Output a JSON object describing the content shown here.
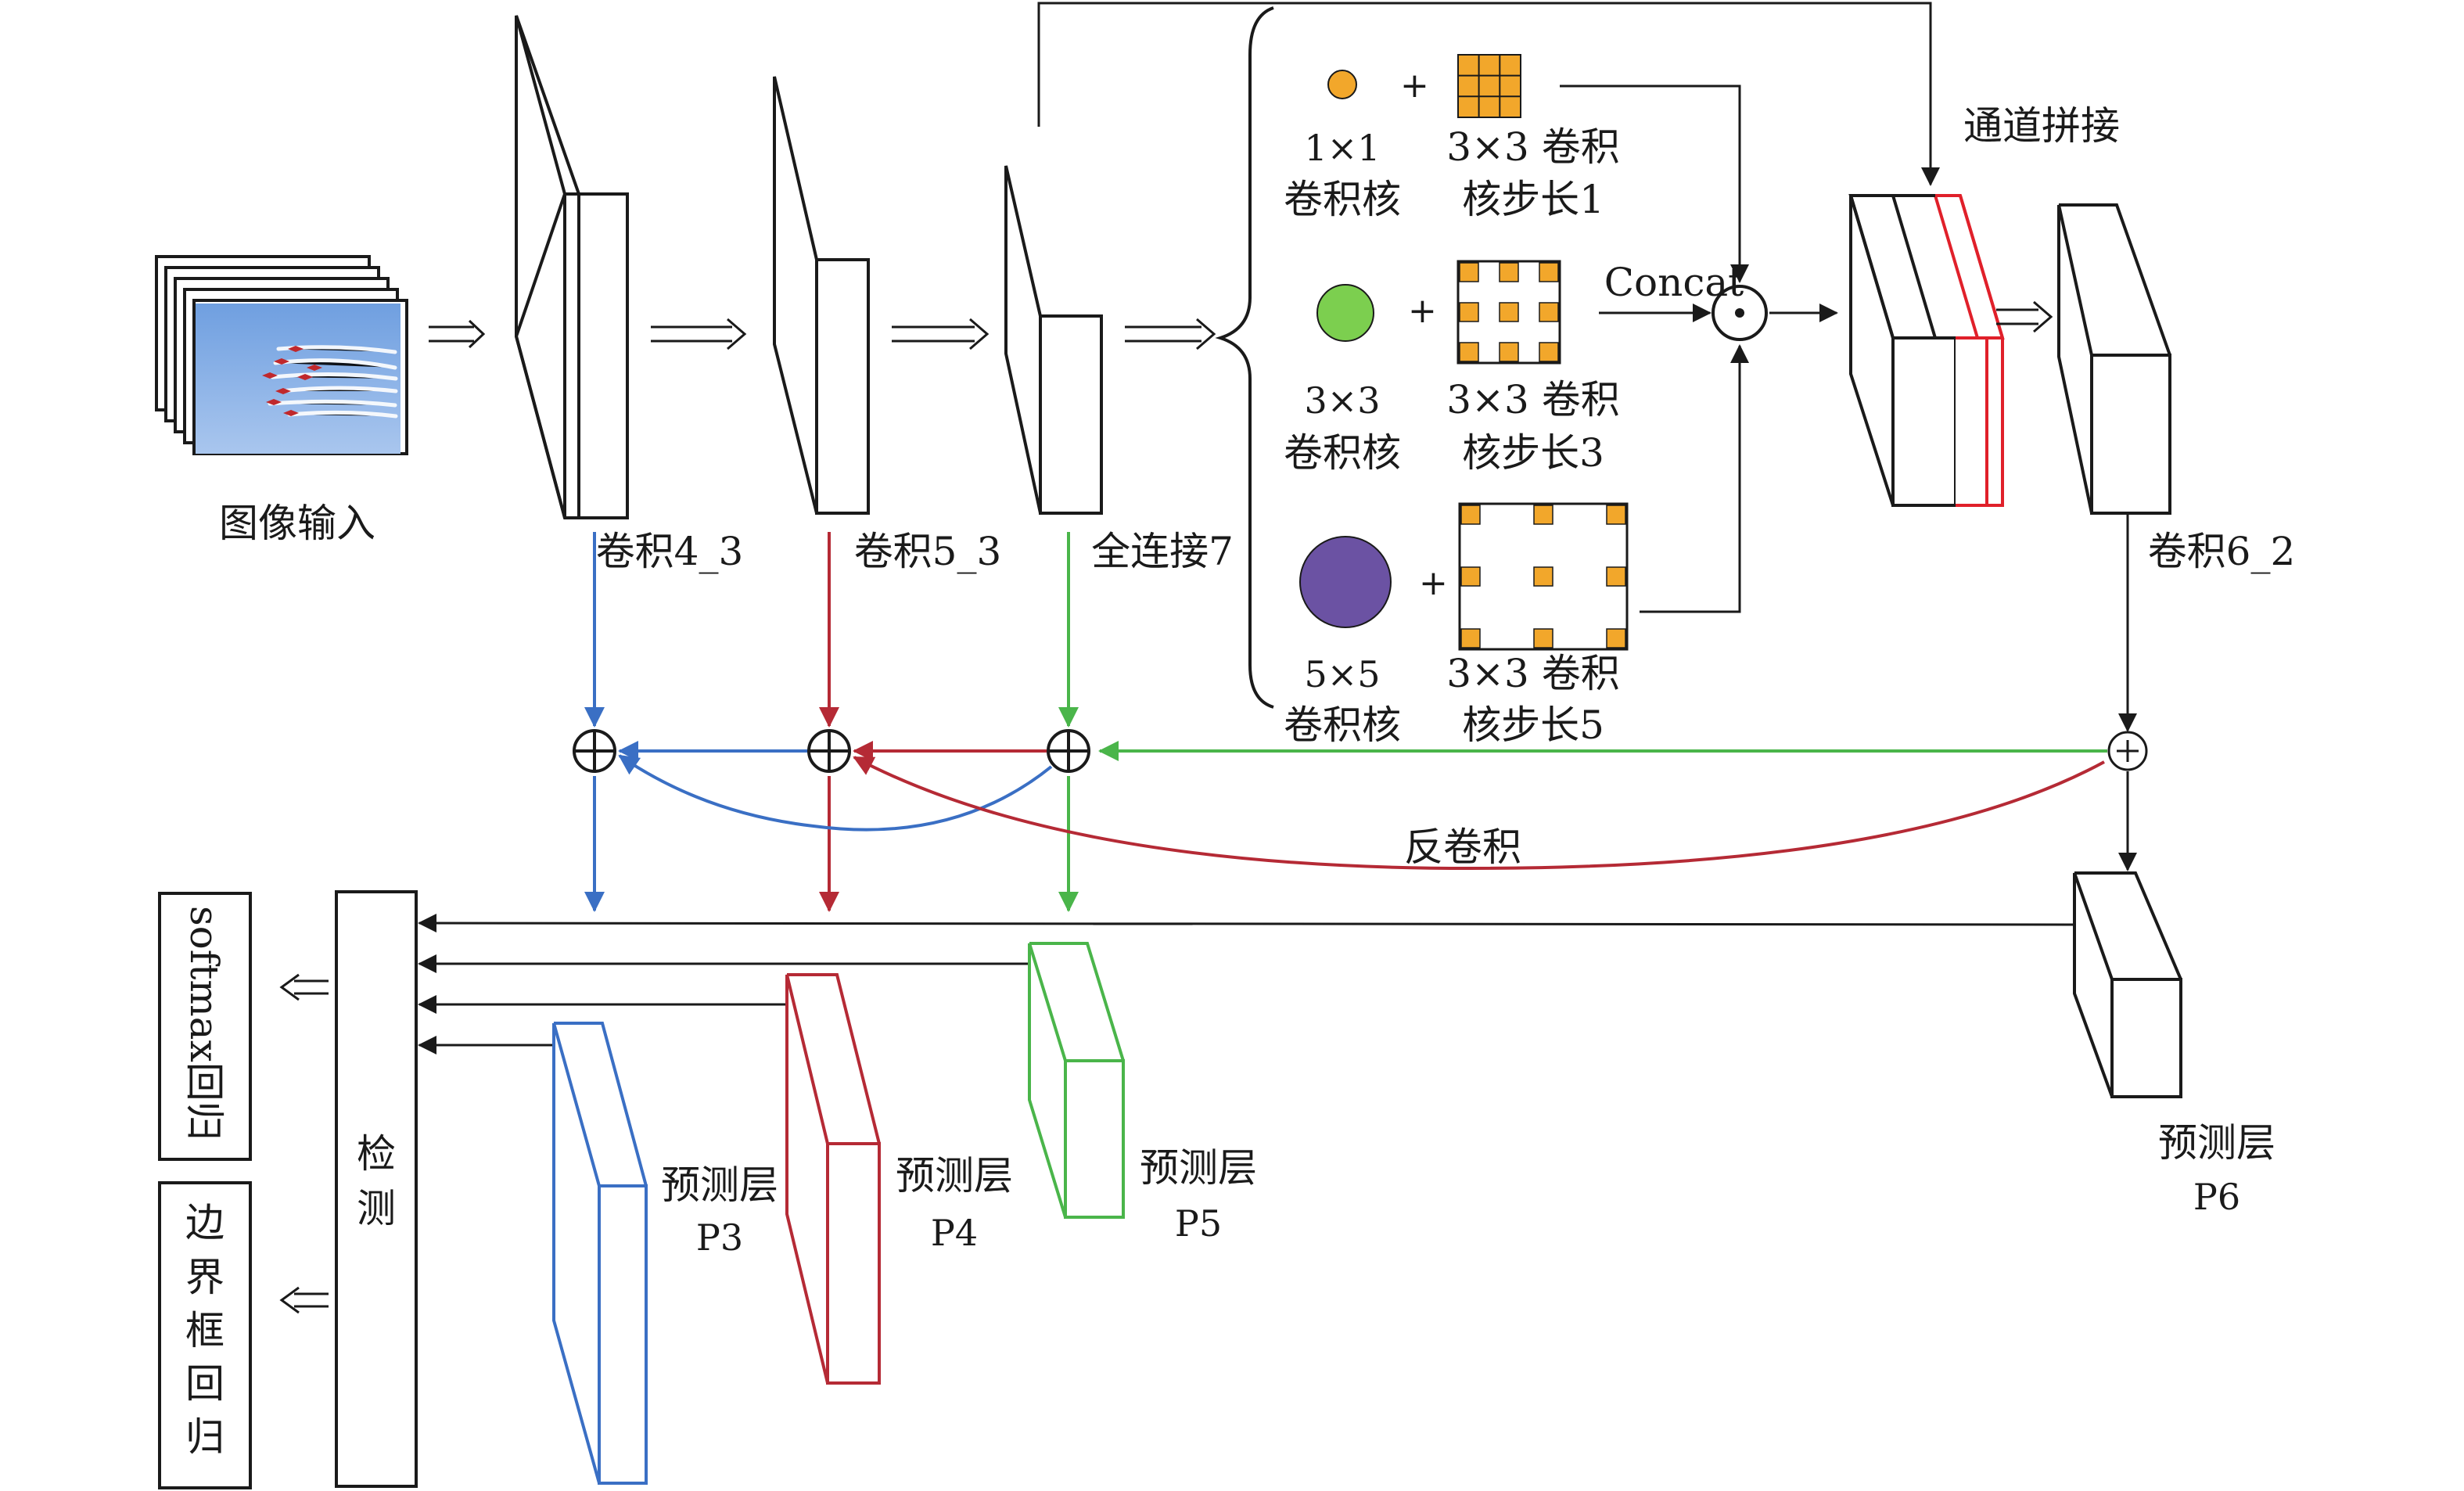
{
  "labels": {
    "image_input": "图像输入",
    "conv4_3": "卷积4_3",
    "conv5_3": "卷积5_3",
    "fc7": "全连接7",
    "conv6_2": "卷积6_2",
    "channel_concat": "通道拼接",
    "concat": "Concat",
    "deconv": "反卷积",
    "detect_1": "检",
    "detect_2": "测",
    "softmax": "softmax回归",
    "bbox_1": "边",
    "bbox_2": "界",
    "bbox_3": "框",
    "bbox_4": "回",
    "bbox_5": "归",
    "pred_layer": "预测层",
    "p3": "P3",
    "p4": "P4",
    "p5": "P5",
    "p6": "P6",
    "plus": "+"
  },
  "kernels": [
    {
      "size": "1×1",
      "name": "卷积核",
      "dilated": "3×3 卷积",
      "stride": "核步长1",
      "color": "#f2a72b"
    },
    {
      "size": "3×3",
      "name": "卷积核",
      "dilated": "3×3 卷积",
      "stride": "核步长3",
      "color": "#7ccf4f"
    },
    {
      "size": "5×5",
      "name": "卷积核",
      "dilated": "3×3 卷积",
      "stride": "核步长5",
      "color": "#6b52a3"
    }
  ],
  "colors": {
    "blue": "#3a6fc4",
    "red": "#b52a35",
    "green": "#4ab54a",
    "concat_red": "#e0202a",
    "orange": "#f2a72b",
    "line": "#1a1a1a"
  }
}
